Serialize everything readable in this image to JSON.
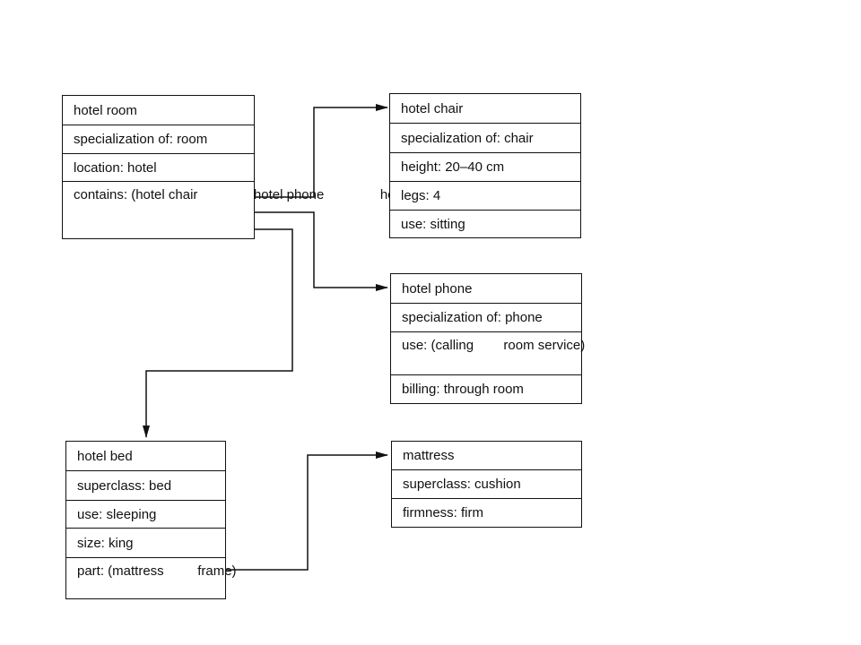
{
  "frames": {
    "hotel_room": {
      "title": "hotel room",
      "specialization": "specialization of: room",
      "location": "location: hotel",
      "contains": [
        "contains: (hotel chair",
        "               hotel phone",
        "               hotel bed)"
      ]
    },
    "hotel_chair": {
      "title": "hotel chair",
      "specialization": "specialization of: chair",
      "height": "height: 20–40 cm",
      "legs": "legs: 4",
      "use": "use: sitting"
    },
    "hotel_phone": {
      "title": "hotel phone",
      "specialization": "specialization of: phone",
      "use": [
        "use: (calling",
        "        room service)"
      ],
      "billing": "billing: through room"
    },
    "hotel_bed": {
      "title": "hotel bed",
      "superclass": "superclass: bed",
      "use": "use: sleeping",
      "size": "size: king",
      "part": [
        "part: (mattress",
        "         frame)"
      ]
    },
    "mattress": {
      "title": "mattress",
      "superclass": "superclass: cushion",
      "firmness": "firmness: firm"
    }
  },
  "links": [
    {
      "from": "hotel room: hotel chair",
      "to": "hotel chair"
    },
    {
      "from": "hotel room: hotel phone",
      "to": "hotel phone"
    },
    {
      "from": "hotel room: hotel bed",
      "to": "hotel bed"
    },
    {
      "from": "hotel bed: mattress",
      "to": "mattress"
    }
  ]
}
